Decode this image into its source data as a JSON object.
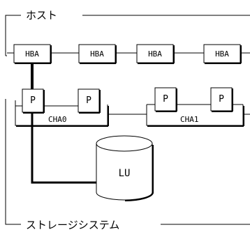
{
  "host": {
    "label": "ホスト",
    "hbas": [
      "HBA",
      "HBA",
      "HBA",
      "HBA"
    ]
  },
  "storage": {
    "label": "ストレージシステム",
    "channels": [
      {
        "name": "CHA0",
        "ports": [
          "P",
          "P"
        ]
      },
      {
        "name": "CHA1",
        "ports": [
          "P",
          "P"
        ]
      }
    ],
    "lu_label": "LU"
  }
}
